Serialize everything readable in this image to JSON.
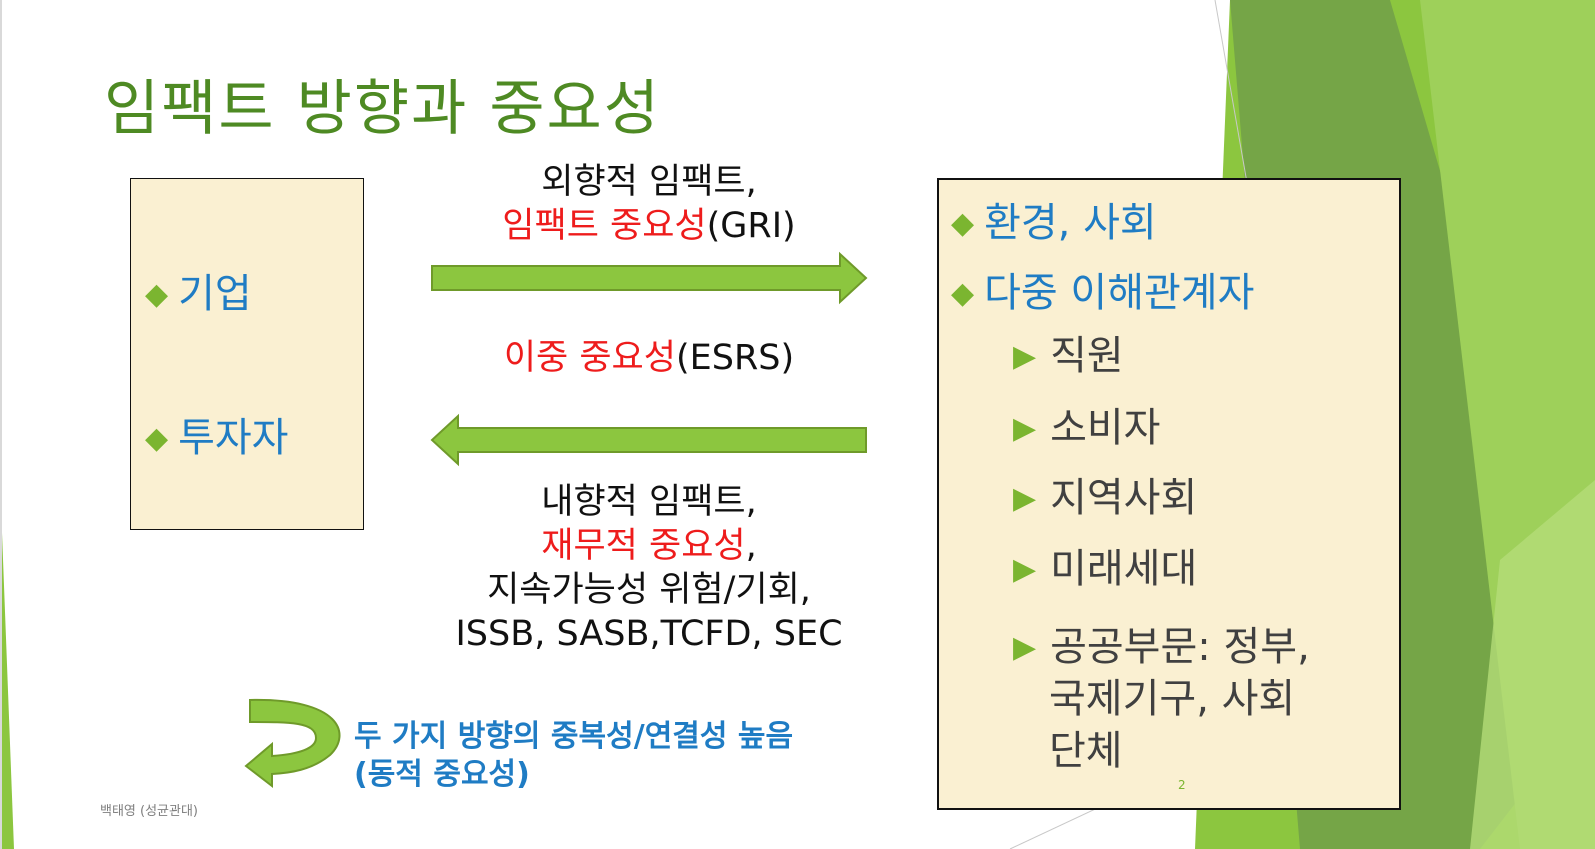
{
  "title": "임팩트 방향과 중요성",
  "left_box": {
    "items": [
      {
        "label": "기업"
      },
      {
        "label": "투자자"
      }
    ]
  },
  "arrow_right_label": {
    "line1": "외향적 임팩트,",
    "line2_red": "임팩트 중요성",
    "line2_black": "(GRI)"
  },
  "middle_label": {
    "red": "이중 중요성",
    "black": "(ESRS)"
  },
  "arrow_left_label": {
    "line1": "내향적 임팩트,",
    "line2_red": "재무적 중요성",
    "line2_black": ",",
    "line3": "지속가능성 위험/기회,",
    "line4": "ISSB, SASB,TCFD, SEC"
  },
  "note": {
    "line1": "두 가지 방향의 중복성/연결성 높음",
    "line2": "(동적 중요성)"
  },
  "right_box": {
    "items": [
      {
        "label": "환경, 사회"
      },
      {
        "label": "다중 이해관계자"
      }
    ],
    "subitems": [
      {
        "label": "직원"
      },
      {
        "label": "소비자"
      },
      {
        "label": "지역사회"
      },
      {
        "label": "미래세대"
      },
      {
        "label": "공공부문: 정부,",
        "cont1": "국제기구, 사회",
        "cont2": "단체"
      }
    ]
  },
  "footer": "백태영 (성균관대)",
  "page_number": "2",
  "colors": {
    "title": "#4e8a23",
    "accent_green": "#7bb530",
    "blue_text": "#1f7cc4",
    "red_text": "#ee1c1c",
    "box_fill": "#faf0d2"
  },
  "icons": {
    "bullet": "diamond-icon",
    "sub_bullet": "triangle-right-icon"
  }
}
